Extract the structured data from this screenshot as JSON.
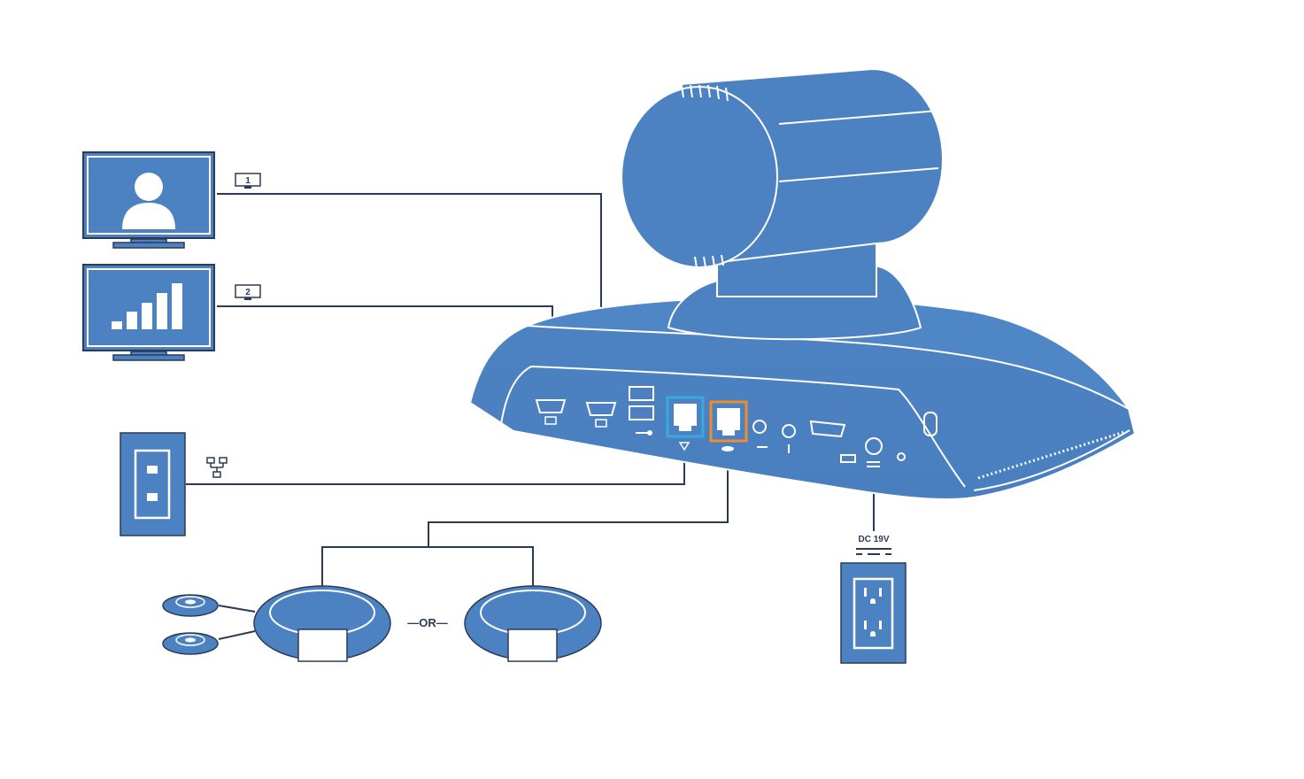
{
  "colors": {
    "device_fill": "#4d82c2",
    "device_stroke": "#ffffff",
    "outline": "#2b3a55",
    "line": "#2b3a55",
    "lan_port_accent": "#36a9e1",
    "poe_port_accent": "#f28c28",
    "background": "#ffffff"
  },
  "displays": {
    "display_1": {
      "badge": "1",
      "content_icon": "person-icon"
    },
    "display_2": {
      "badge": "2",
      "content_icon": "bar-chart-icon"
    }
  },
  "network": {
    "icon": "network-icon"
  },
  "microphones": {
    "separator": "—OR—"
  },
  "power": {
    "label": "DC 19V"
  }
}
